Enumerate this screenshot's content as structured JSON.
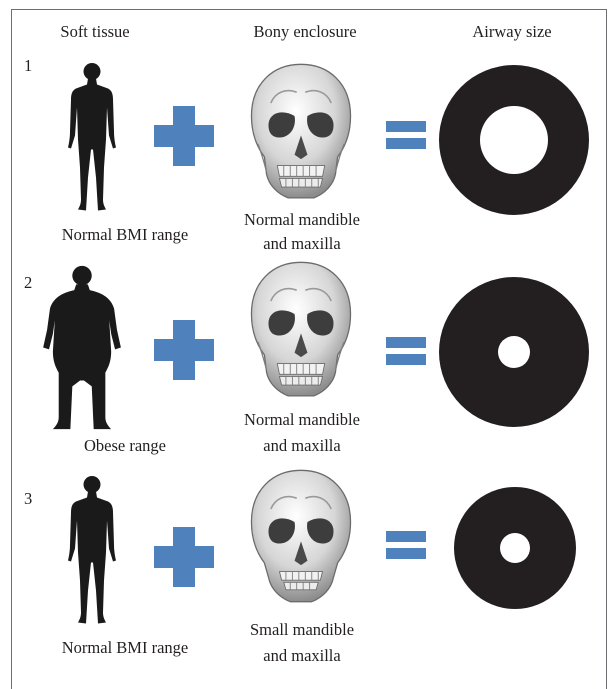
{
  "headers": {
    "soft_tissue": "Soft tissue",
    "bony_enclosure": "Bony enclosure",
    "airway_size": "Airway size"
  },
  "rows": [
    {
      "number": "1",
      "tissue_label": "Normal BMI range",
      "bone_label_line1": "Normal mandible",
      "bone_label_line2": "and maxilla"
    },
    {
      "number": "2",
      "tissue_label": "Obese range",
      "bone_label_line1": "Normal mandible",
      "bone_label_line2": "and maxilla"
    },
    {
      "number": "3",
      "tissue_label": "Normal BMI range",
      "bone_label_line1": "Small mandible",
      "bone_label_line2": "and maxilla"
    }
  ],
  "colors": {
    "operator": "#4f81bd",
    "silhouette": "#1a1a1a",
    "airway_ring": "#231f20"
  },
  "icons": [
    "human-silhouette-icon",
    "obese-human-silhouette-icon",
    "plus-icon",
    "skull-icon",
    "equals-icon",
    "airway-ring-icon"
  ]
}
